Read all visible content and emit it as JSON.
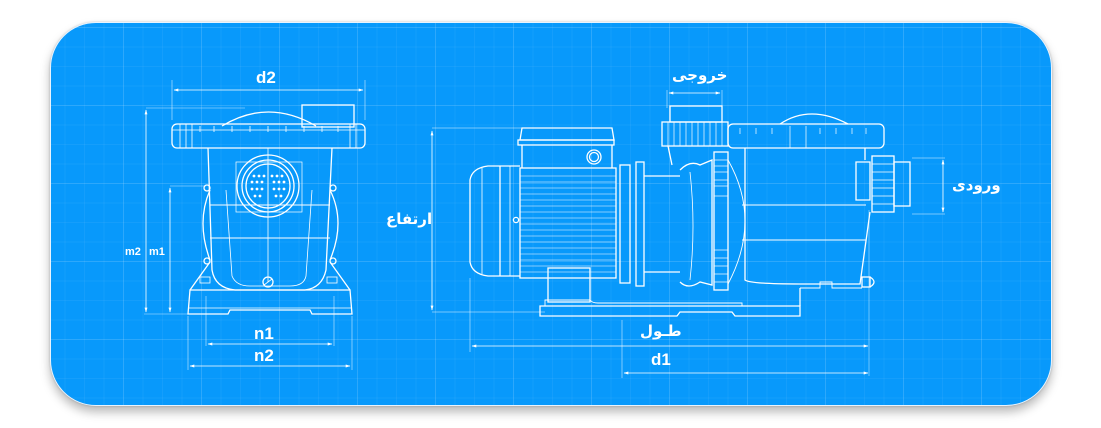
{
  "diagram": {
    "title": "",
    "subject": "pool-pump-dimension-drawing",
    "background_color": "#0899fb",
    "line_color": "#ffffff",
    "views": [
      {
        "name": "front-view",
        "labels": {
          "width_top": "d2",
          "height_total": "m2",
          "height_base": "m1",
          "base_inner": "n1",
          "base_outer": "n2"
        }
      },
      {
        "name": "side-view",
        "labels": {
          "outlet": "خروجی",
          "inlet": "ورودی",
          "height": "ارتفاع",
          "length": "طـول",
          "length_partial": "d1"
        }
      }
    ]
  }
}
